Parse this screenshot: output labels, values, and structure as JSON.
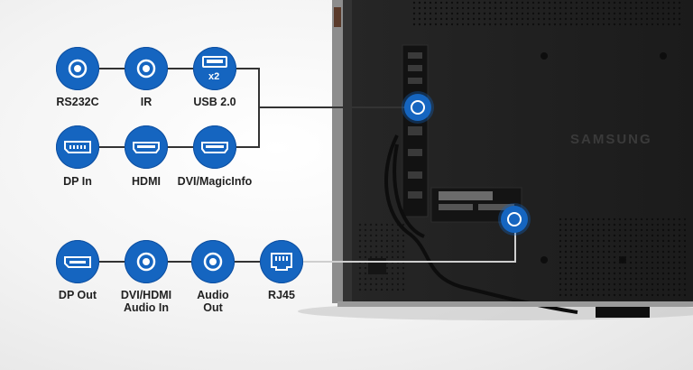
{
  "brand": "SAMSUNG",
  "usb_badge": "x2",
  "ports": {
    "rs232c": "RS232C",
    "ir": "IR",
    "usb": "USB 2.0",
    "dp_in": "DP In",
    "hdmi": "HDMI",
    "dvi": "DVI/MagicInfo",
    "dp_out": "DP Out",
    "dvi_hdmi_audio_in_1": "DVI/HDMI",
    "dvi_hdmi_audio_in_2": "Audio In",
    "audio_out_1": "Audio",
    "audio_out_2": "Out",
    "rj45": "RJ45"
  },
  "colors": {
    "accent": "#1565c0",
    "line": "#333333",
    "monitor": "#1e1e1e"
  }
}
